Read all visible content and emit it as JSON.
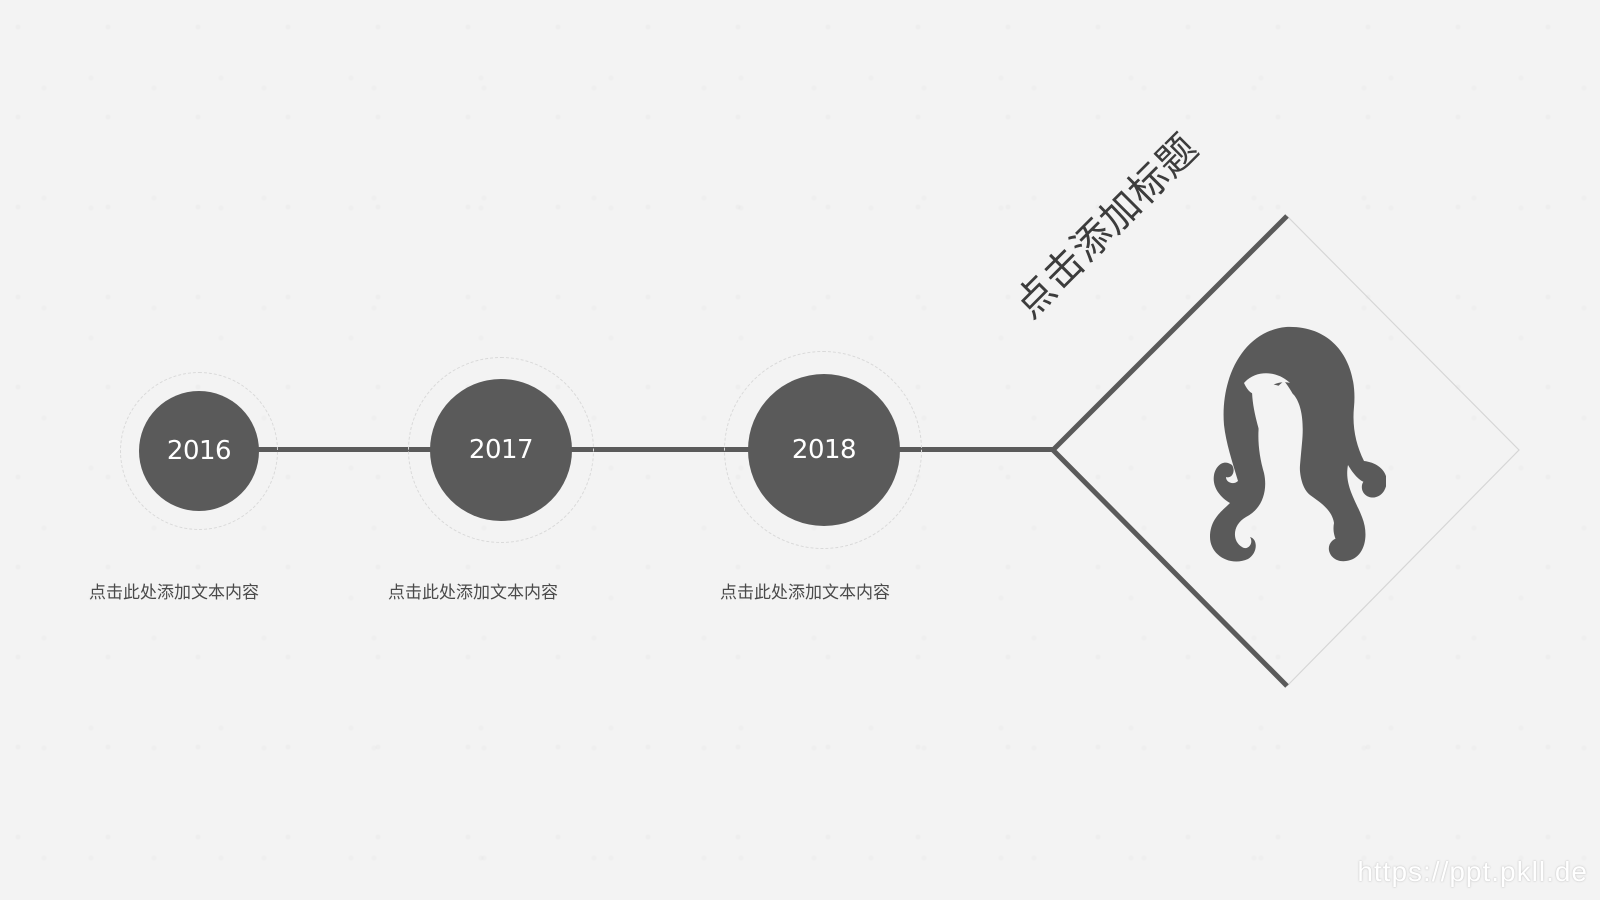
{
  "timeline": {
    "nodes": [
      {
        "year": "2016",
        "caption": "点击此处添加文本内容"
      },
      {
        "year": "2017",
        "caption": "点击此处添加文本内容"
      },
      {
        "year": "2018",
        "caption": "点击此处添加文本内容"
      }
    ]
  },
  "title": "点击添加标题",
  "icon": "woman-hair-icon",
  "watermark": "https://ppt.pkll.de",
  "colors": {
    "background": "#f3f3f3",
    "accent": "#5a5a5a",
    "ring": "#d9d9d9"
  }
}
